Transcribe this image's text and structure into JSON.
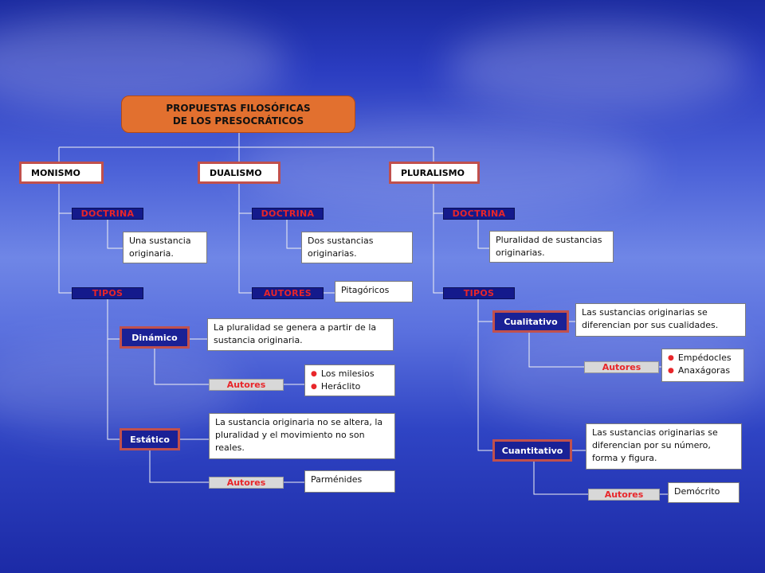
{
  "title": {
    "line1": "PROPUESTAS FILOSÓFICAS",
    "line2": "DE LOS PRESOCRÁTICOS"
  },
  "monismo": {
    "label": "MONISMO",
    "doctrina_label": "DOCTRINA",
    "doctrina_text": "Una sustancia originaria.",
    "tipos_label": "TIPOS",
    "dinamico": {
      "label": "Dinámico",
      "text": "La pluralidad se genera a partir de la sustancia originaria.",
      "autores_label": "Autores",
      "autores": [
        "Los milesios",
        "Heráclito"
      ]
    },
    "estatico": {
      "label": "Estático",
      "text": "La sustancia originaria no se altera, la pluralidad y el movimiento no son reales.",
      "autores_label": "Autores",
      "autor": "Parménides"
    }
  },
  "dualismo": {
    "label": "DUALISMO",
    "doctrina_label": "DOCTRINA",
    "doctrina_text": "Dos sustancias originarias.",
    "autores_label": "AUTORES",
    "autor": "Pitagóricos"
  },
  "pluralismo": {
    "label": "PLURALISMO",
    "doctrina_label": "DOCTRINA",
    "doctrina_text": "Pluralidad de sustancias originarias.",
    "tipos_label": "TIPOS",
    "cualitativo": {
      "label": "Cualitativo",
      "text": "Las sustancias originarias se diferencian por sus cualidades.",
      "autores_label": "Autores",
      "autores": [
        "Empédocles",
        "Anaxágoras"
      ]
    },
    "cuantitativo": {
      "label": "Cuantitativo",
      "text": "Las sustancias originarias se diferencian por su número, forma y figura.",
      "autores_label": "Autores",
      "autor": "Demócrito"
    }
  }
}
